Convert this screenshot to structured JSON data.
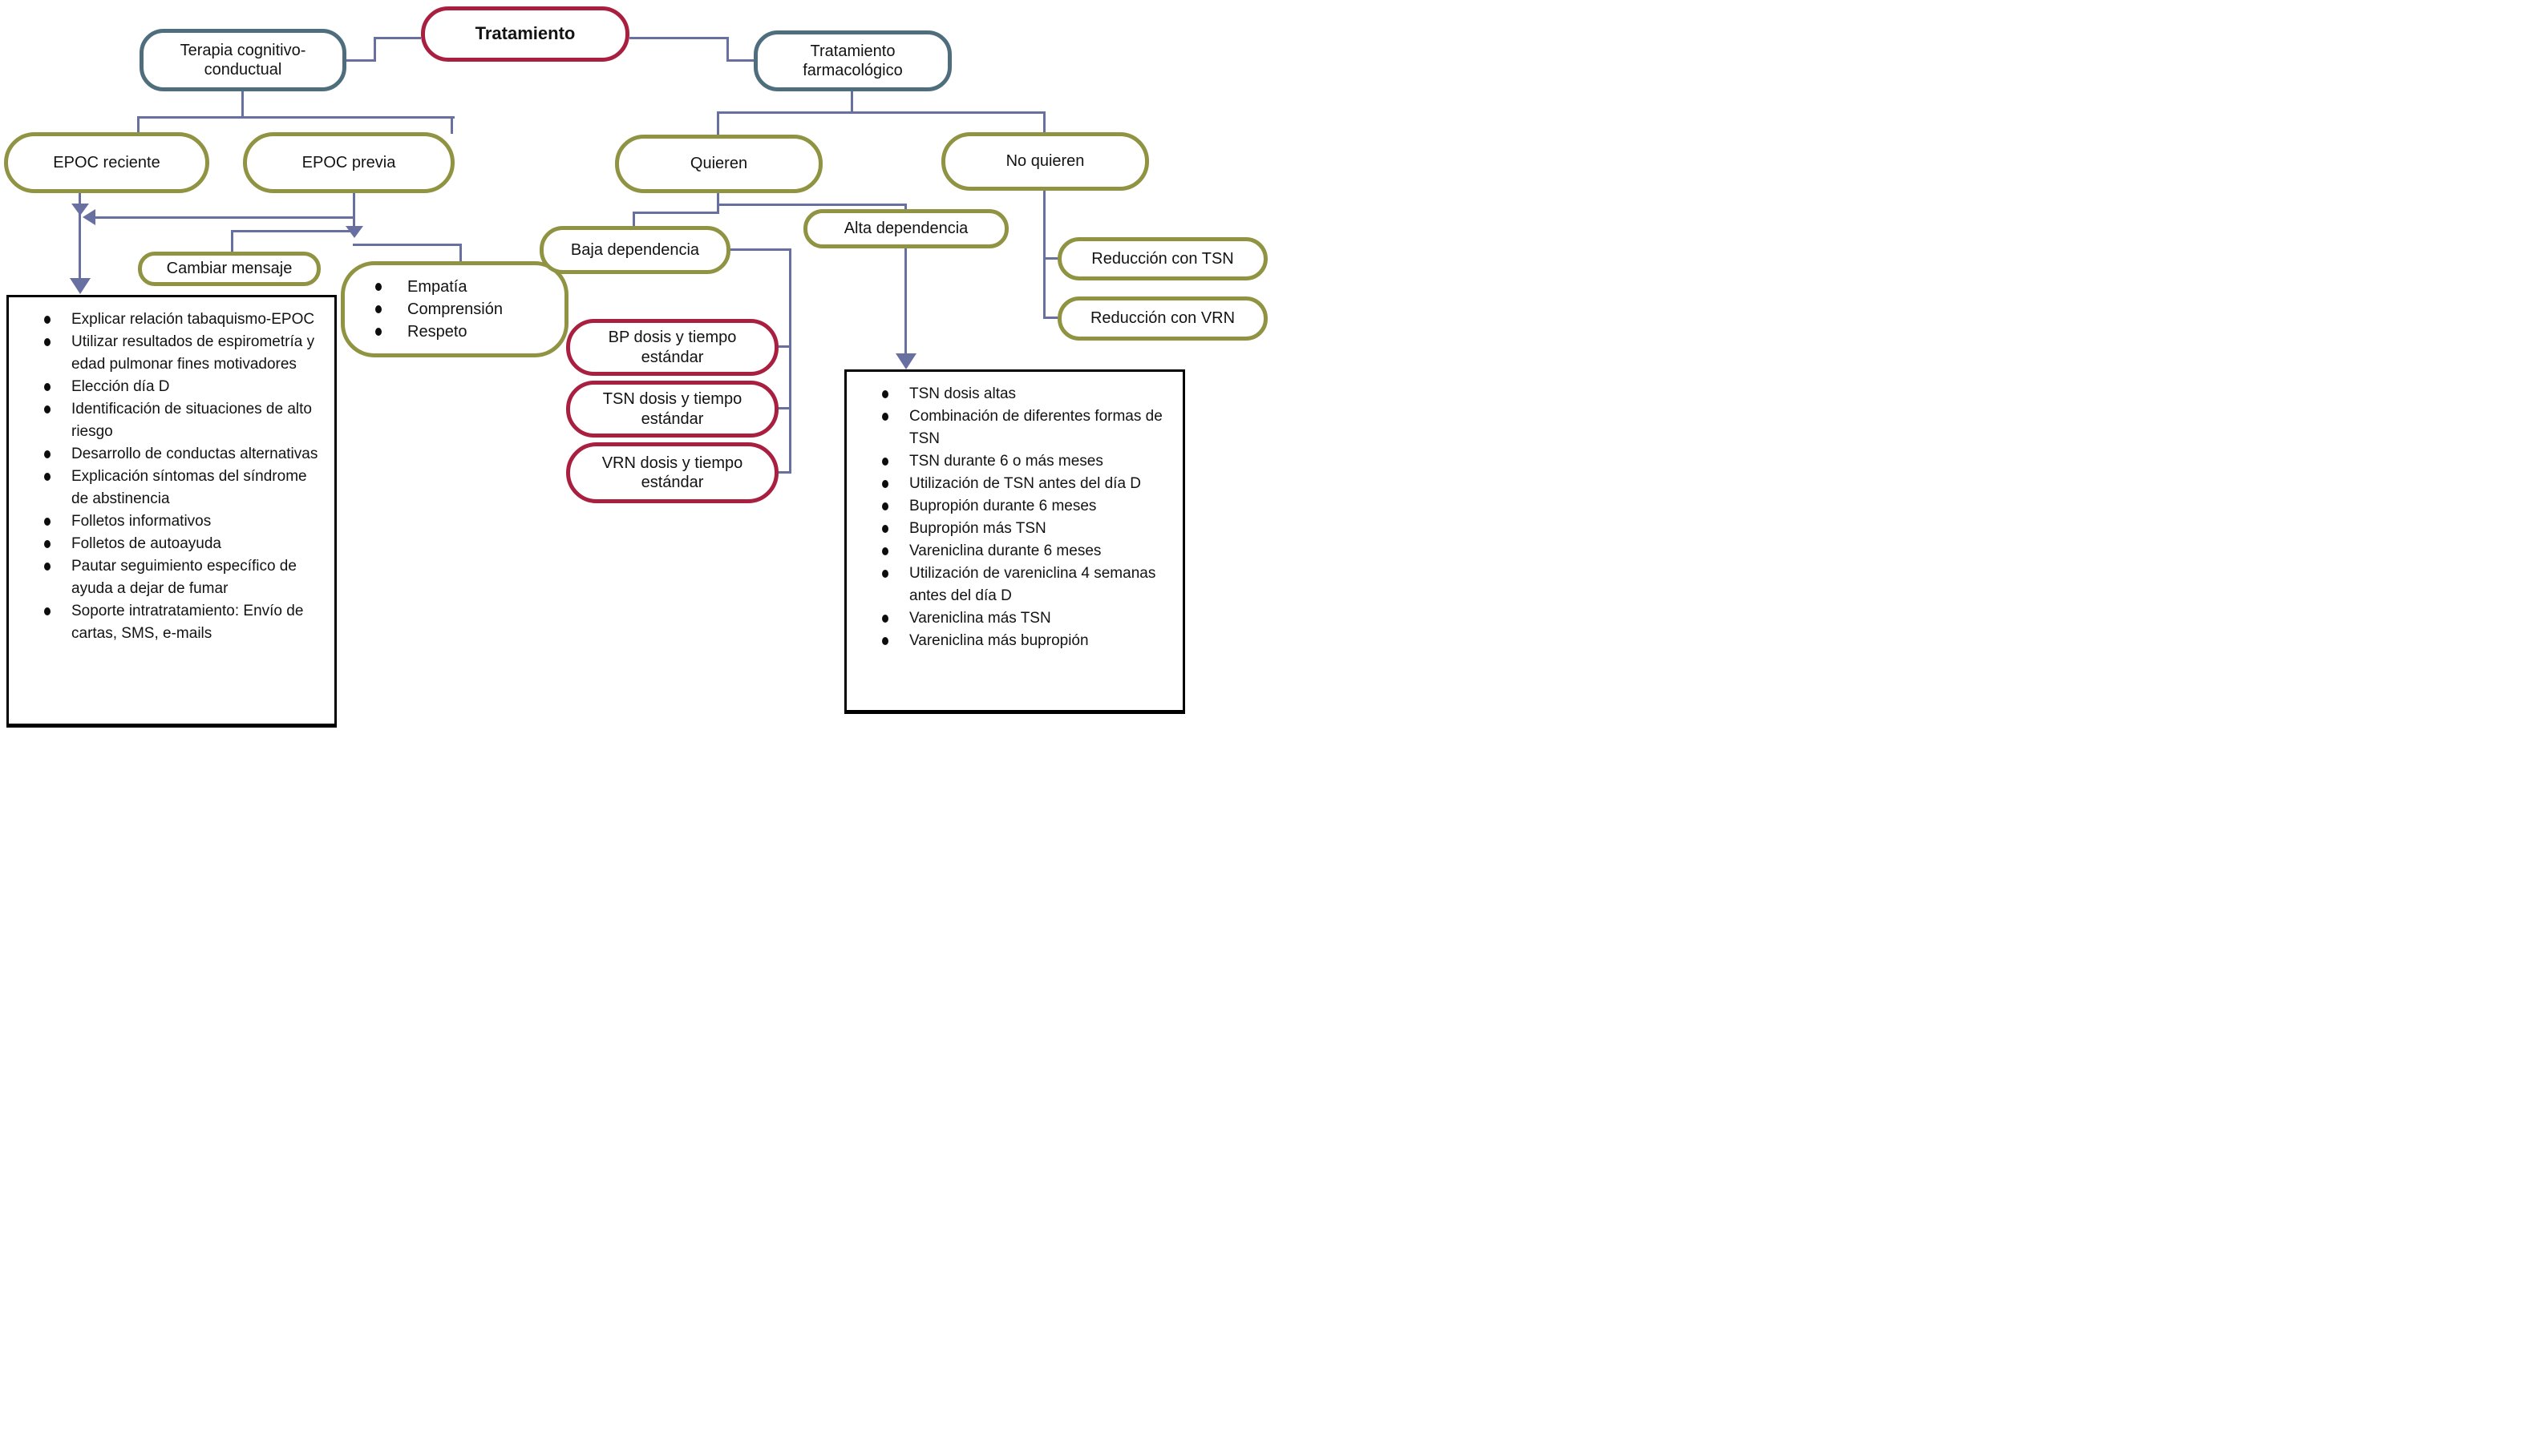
{
  "palette": {
    "primary_red": "#a91f3f",
    "olive_green": "#8f9342",
    "slate_blue": "#4e6d7d",
    "connector_purple": "#6870a2",
    "text": "#131313"
  },
  "nodes": {
    "tratamiento": {
      "label": "Tratamiento"
    },
    "terapia": {
      "label": "Terapia cognitivo-conductual"
    },
    "farmacologico": {
      "label": "Tratamiento farmacológico"
    },
    "epoc_reciente": {
      "label": "EPOC reciente"
    },
    "epoc_previa": {
      "label": "EPOC previa"
    },
    "quieren": {
      "label": "Quieren"
    },
    "no_quieren": {
      "label": "No quieren"
    },
    "cambiar_mensaje": {
      "label": "Cambiar mensaje"
    },
    "empatia": {
      "items": [
        "Empatía",
        "Comprensión",
        "Respeto"
      ]
    },
    "baja_dependencia": {
      "label": "Baja dependencia"
    },
    "alta_dependencia": {
      "label": "Alta dependencia"
    },
    "bp_estandar": {
      "label": "BP dosis y tiempo estándar"
    },
    "tsn_estandar": {
      "label": "TSN dosis y tiempo estándar"
    },
    "vrn_estandar": {
      "label": "VRN dosis y tiempo estándar"
    },
    "reduccion_tsn": {
      "label": "Reducción con TSN"
    },
    "reduccion_vrn": {
      "label": "Reducción con VRN"
    }
  },
  "boxes": {
    "cognitive": {
      "items": [
        "Explicar relación tabaquismo-EPOC",
        "Utilizar resultados de espirometría y edad pulmonar fines motivadores",
        "Elección día D",
        "Identificación de situaciones de alto riesgo",
        "Desarrollo de conductas alternativas",
        "Explicación síntomas del síndrome de abstinencia",
        "Folletos informativos",
        "Folletos de autoayuda",
        "Pautar seguimiento específico de ayuda a dejar de fumar",
        "Soporte intratratamiento: Envío de cartas, SMS, e-mails"
      ]
    },
    "pharma": {
      "items": [
        "TSN dosis altas",
        "Combinación de diferentes formas de TSN",
        "TSN durante 6 o más meses",
        "Utilización de TSN antes del día D",
        "Bupropión durante 6 meses",
        "Bupropión más TSN",
        "Vareniclina durante 6 meses",
        "Utilización de vareniclina 4 semanas antes del día D",
        "Vareniclina más TSN",
        "Vareniclina más bupropión"
      ]
    }
  }
}
